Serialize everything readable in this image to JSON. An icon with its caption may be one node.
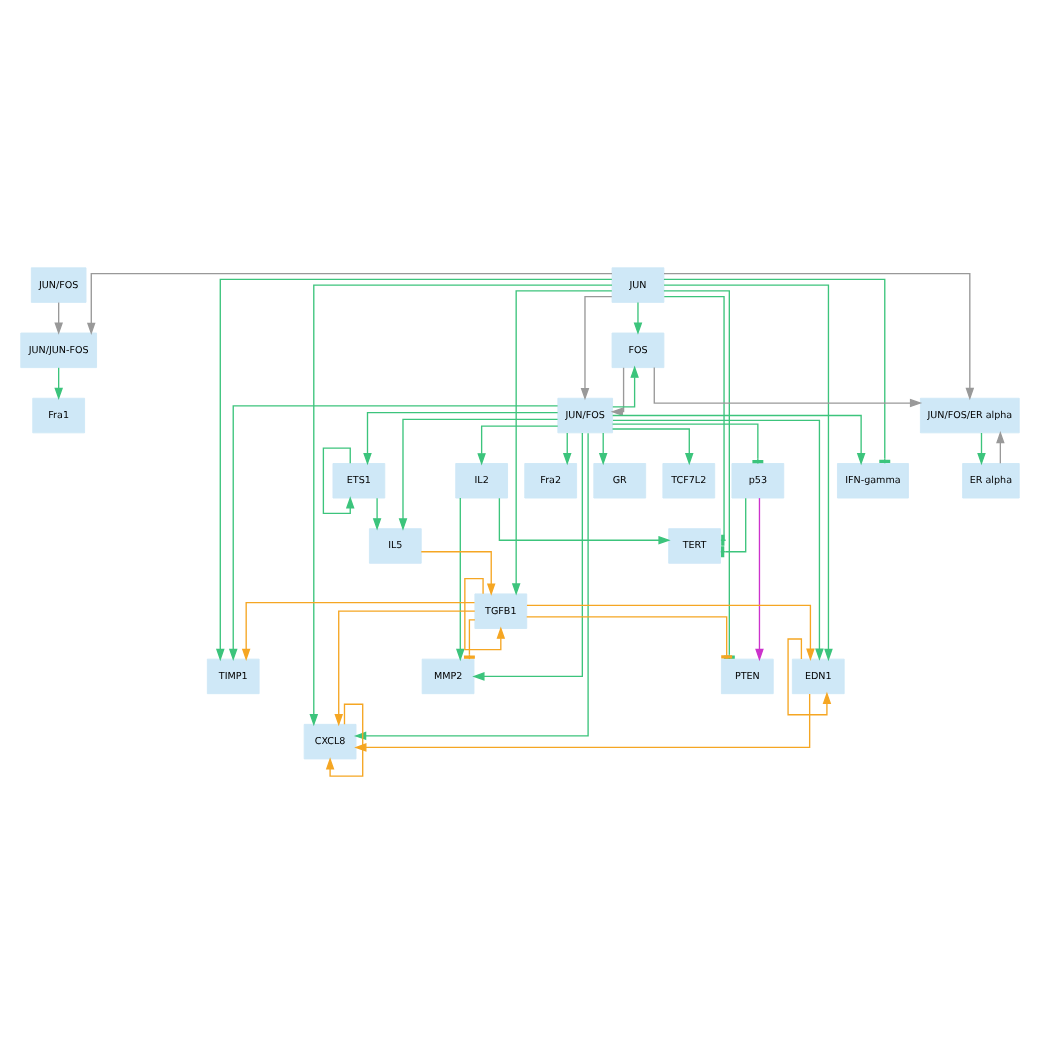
{
  "diagram": {
    "nodes": [
      {
        "text": [
          "JUN/FOS"
        ]
      },
      {
        "text": [
          "JUN"
        ]
      },
      {
        "text": [
          "JUN/JUN-FOS"
        ]
      },
      {
        "text": [
          "Fra1"
        ]
      },
      {
        "text": [
          "FOS"
        ]
      },
      {
        "text": [
          "JUN/FOS"
        ]
      },
      {
        "text": [
          "JUN/FOS/ER alpha"
        ]
      },
      {
        "text": [
          "p53"
        ]
      },
      {
        "text": [
          "IL2"
        ]
      },
      {
        "text": [
          "Fra2"
        ]
      },
      {
        "text": [
          "GR"
        ]
      },
      {
        "text": [
          "ETS1"
        ]
      },
      {
        "text": [
          "TCF7L2"
        ]
      },
      {
        "text": [
          "ER alpha"
        ]
      },
      {
        "text": [
          "TERT"
        ]
      },
      {
        "text": [
          "IL5"
        ]
      },
      {
        "text": [
          "TGFB1"
        ]
      },
      {
        "text": [
          "PTEN"
        ]
      },
      {
        "text": [
          "MMP2"
        ]
      },
      {
        "text": [
          "IFN-gamma"
        ]
      },
      {
        "text": [
          "EDN1"
        ]
      },
      {
        "text": [
          "TIMP1"
        ]
      },
      {
        "text": [
          "CXCL8"
        ]
      }
    ],
    "edges": [
      {
        "from": 0,
        "to": 2,
        "arrow": "to",
        "color": "#999999"
      },
      {
        "from": 1,
        "to": 2,
        "arrow": "to",
        "color": "#999999"
      },
      {
        "from": 2,
        "to": 3,
        "arrow": "to"
      },
      {
        "from": 1,
        "to": 4,
        "arrow": "to"
      },
      {
        "from": 1,
        "to": 5,
        "arrow": "to",
        "color": "#999999"
      },
      {
        "from": 4,
        "to": 5,
        "arrow": "to",
        "color": "#999999"
      },
      {
        "from": 5,
        "to": 4,
        "arrow": "to"
      },
      {
        "from": 1,
        "to": 6,
        "arrow": "to",
        "color": "#999999"
      },
      {
        "from": 4,
        "to": 6,
        "arrow": "to",
        "color": "#999999"
      },
      {
        "from": 13,
        "to": 6,
        "arrow": "to",
        "color": "#999999"
      },
      {
        "from": 6,
        "to": 13,
        "arrow": "to"
      },
      {
        "from": 5,
        "to": 7,
        "arrow": "other"
      },
      {
        "from": 5,
        "to": 8,
        "arrow": "to"
      },
      {
        "from": 5,
        "to": 9,
        "arrow": "to"
      },
      {
        "from": 5,
        "to": 10,
        "arrow": "to"
      },
      {
        "from": 5,
        "to": 11,
        "arrow": "to"
      },
      {
        "from": 11,
        "to": 11,
        "arrow": "to"
      },
      {
        "from": 5,
        "to": 12,
        "arrow": "to"
      },
      {
        "from": 7,
        "to": 17,
        "arrow": "to",
        "color": "#cc33cc"
      },
      {
        "from": 7,
        "to": 14,
        "arrow": "other"
      },
      {
        "from": 1,
        "to": 14,
        "arrow": "other"
      },
      {
        "from": 8,
        "to": 14,
        "arrow": "to"
      },
      {
        "from": 5,
        "to": 15,
        "arrow": "to"
      },
      {
        "from": 11,
        "to": 15,
        "arrow": "to"
      },
      {
        "from": 15,
        "to": 16,
        "arrow": "to",
        "color": "#f5a623"
      },
      {
        "from": 16,
        "to": 16,
        "arrow": "to",
        "color": "#f5a623"
      },
      {
        "from": 1,
        "to": 16,
        "arrow": "to"
      },
      {
        "from": 16,
        "to": 17,
        "arrow": "other",
        "color": "#f5a623"
      },
      {
        "from": 1,
        "to": 17,
        "arrow": "other"
      },
      {
        "from": 8,
        "to": 18,
        "arrow": "to"
      },
      {
        "from": 5,
        "to": 18,
        "arrow": "to"
      },
      {
        "from": 16,
        "to": 18,
        "arrow": "other",
        "color": "#f5a623"
      },
      {
        "from": 5,
        "to": 19,
        "arrow": "to"
      },
      {
        "from": 1,
        "to": 19,
        "arrow": "other"
      },
      {
        "from": 16,
        "to": 20,
        "arrow": "to",
        "color": "#f5a623"
      },
      {
        "from": 20,
        "to": 20,
        "arrow": "to",
        "color": "#f5a623"
      },
      {
        "from": 5,
        "to": 20,
        "arrow": "to"
      },
      {
        "from": 1,
        "to": 20,
        "arrow": "to"
      },
      {
        "from": 16,
        "to": 21,
        "arrow": "to",
        "color": "#f5a623"
      },
      {
        "from": 5,
        "to": 21,
        "arrow": "to"
      },
      {
        "from": 1,
        "to": 21,
        "arrow": "to"
      },
      {
        "from": 20,
        "to": 22,
        "arrow": "to",
        "color": "#f5a623"
      },
      {
        "from": 22,
        "to": 22,
        "arrow": "to",
        "color": "#f5a623"
      },
      {
        "from": 16,
        "to": 22,
        "arrow": "to",
        "color": "#f5a623"
      },
      {
        "from": 5,
        "to": 22,
        "arrow": "to"
      },
      {
        "from": 1,
        "to": 22,
        "arrow": "to"
      }
    ]
  }
}
